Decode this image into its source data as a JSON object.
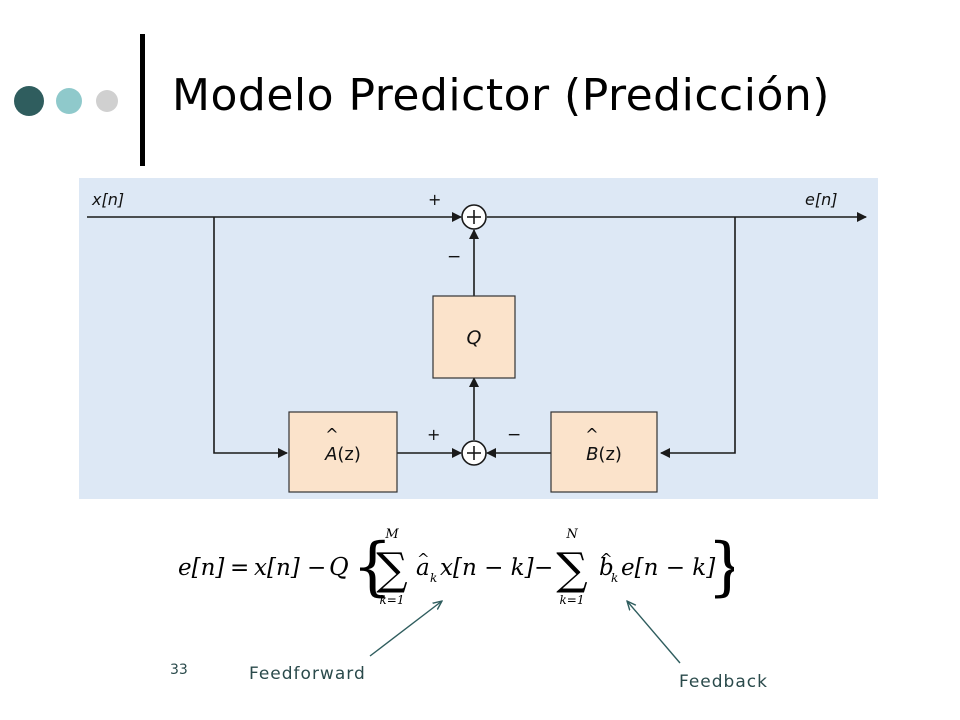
{
  "slide": {
    "title": "Modelo Predictor (Predicción)",
    "page_number": "33",
    "colors": {
      "dot_dark": "#2f5d5e",
      "dot_teal": "#8fc9cb",
      "dot_gray": "#d0d0d0",
      "diagram_bg": "#dde8f5",
      "block_fill": "#fbe3cb",
      "annotation_text": "#2a4a4b",
      "annotation_arrow": "#2f5d5e"
    }
  },
  "diagram": {
    "input_label": "x[n]",
    "output_label": "e[n]",
    "sum_top": {
      "plus_label": "+",
      "minus_label": "−"
    },
    "sum_bottom": {
      "plus_label": "+",
      "minus_label": "−"
    },
    "quantizer_label": "Q",
    "a_block": {
      "hat": "^",
      "letter": "A",
      "arg": "(z)"
    },
    "b_block": {
      "hat": "^",
      "letter": "B",
      "arg": "(z)"
    }
  },
  "equation": {
    "lhs": "e[n]",
    "eq": "=",
    "x_term": "x[n]",
    "minus1": "−",
    "q": "Q",
    "brace_open": "{",
    "brace_close": "}",
    "sum1": {
      "sigma": "∑",
      "upper": "M",
      "lower": "k=1"
    },
    "a_coef": {
      "hat": "^",
      "letter": "a",
      "sub": "k"
    },
    "x_delay": "x[n − k]",
    "minus2": "−",
    "sum2": {
      "sigma": "∑",
      "upper": "N",
      "lower": "k=1"
    },
    "b_coef": {
      "hat": "^",
      "letter": "b",
      "sub": "k"
    },
    "e_delay": "e[n − k]"
  },
  "annotations": {
    "feedforward": "Feedforward",
    "feedback": "Feedback"
  }
}
